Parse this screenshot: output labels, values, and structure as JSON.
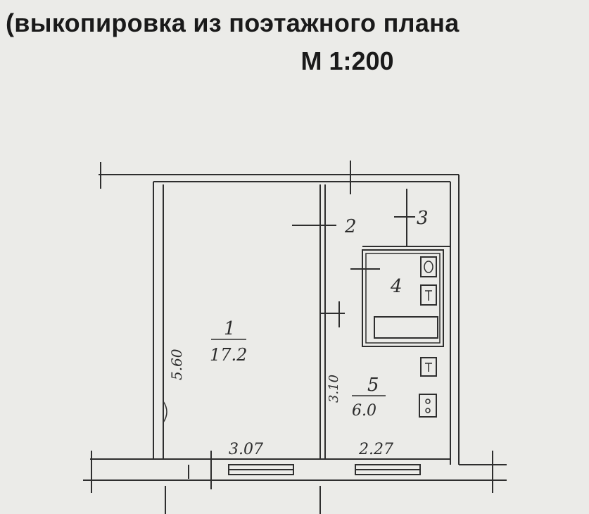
{
  "header": {
    "subtitle": "(выкопировка из поэтажного плана",
    "scale": "М 1:200"
  },
  "plan": {
    "rooms": [
      {
        "number": "1",
        "area": "17.2"
      },
      {
        "number": "2"
      },
      {
        "number": "3"
      },
      {
        "number": "4"
      },
      {
        "number": "5",
        "area": "6.0"
      }
    ],
    "dimensions": {
      "room1_length": "5.60",
      "room5_length": "3.10",
      "room1_width": "3.07",
      "room5_width": "2.27"
    }
  }
}
